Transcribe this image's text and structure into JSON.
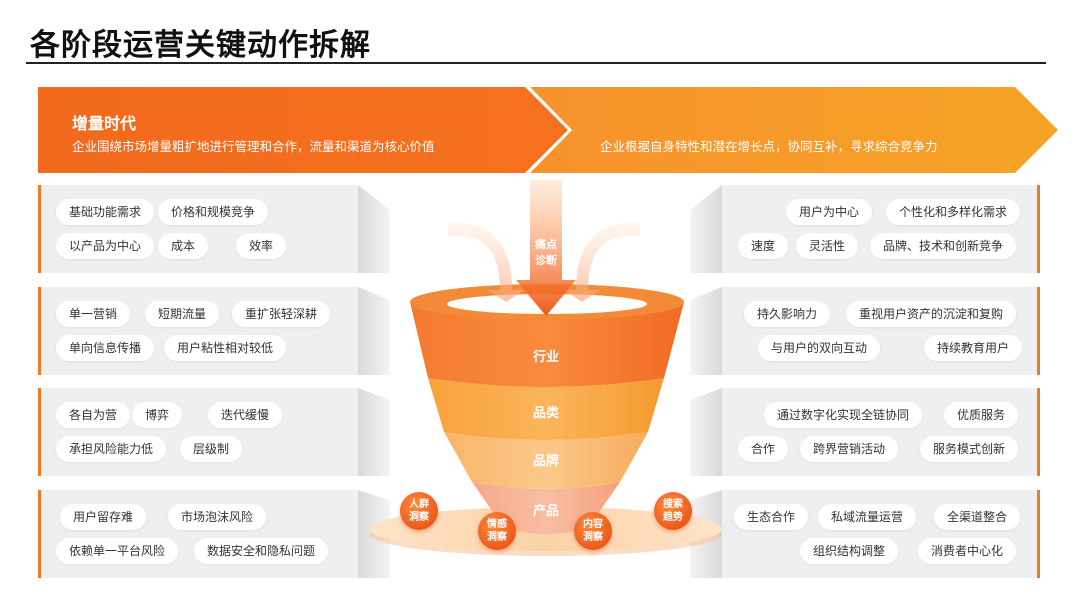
{
  "title": "各阶段运营关键动作拆解",
  "banner": {
    "left_title": "增量时代",
    "left_desc": "企业围绕市场增量粗扩地进行管理和合作，流量和渠道为核心价值",
    "right_desc": "企业根据自身特性和潜在增长点，协同互补，寻求综合竞争力"
  },
  "funnel": {
    "arrow_label_1": "痛点",
    "arrow_label_2": "诊断",
    "layers": [
      "行业",
      "品类",
      "品牌",
      "产品"
    ],
    "badges": [
      {
        "l1": "人群",
        "l2": "洞察"
      },
      {
        "l1": "情感",
        "l2": "洞察"
      },
      {
        "l1": "内容",
        "l2": "洞察"
      },
      {
        "l1": "搜索",
        "l2": "趋势"
      }
    ]
  },
  "left_rows": [
    {
      "r1": [
        "基础功能需求",
        "价格和规模竞争"
      ],
      "r2": [
        "以产品为中心",
        "成本",
        "效率"
      ]
    },
    {
      "r1": [
        "单一营销",
        "短期流量",
        "重扩张轻深耕"
      ],
      "r2": [
        "单向信息传播",
        "用户粘性相对较低"
      ]
    },
    {
      "r1": [
        "各自为营",
        "博弈",
        "迭代缓慢"
      ],
      "r2": [
        "承担风险能力低",
        "层级制"
      ]
    },
    {
      "r1": [
        "用户留存难",
        "市场泡沫风险"
      ],
      "r2": [
        "依赖单一平台风险",
        "数据安全和隐私问题"
      ]
    }
  ],
  "right_rows": [
    {
      "r1": [
        "用户为中心",
        "个性化和多样化需求"
      ],
      "r2": [
        "速度",
        "灵活性",
        "品牌、技术和创新竞争"
      ]
    },
    {
      "r1": [
        "持久影响力",
        "重视用户资产的沉淀和复购"
      ],
      "r2": [
        "与用户的双向互动",
        "持续教育用户"
      ]
    },
    {
      "r1": [
        "通过数字化实现全链协同",
        "优质服务"
      ],
      "r2": [
        "合作",
        "跨界营销活动",
        "服务模式创新"
      ]
    },
    {
      "r1": [
        "生态合作",
        "私域流量运营",
        "全渠道整合"
      ],
      "r2": [
        "组织结构调整",
        "消费者中心化"
      ]
    }
  ],
  "colors": {
    "accent": "#f07a22",
    "banner_left": "#f26a1b",
    "banner_right": "#f6a02a"
  }
}
